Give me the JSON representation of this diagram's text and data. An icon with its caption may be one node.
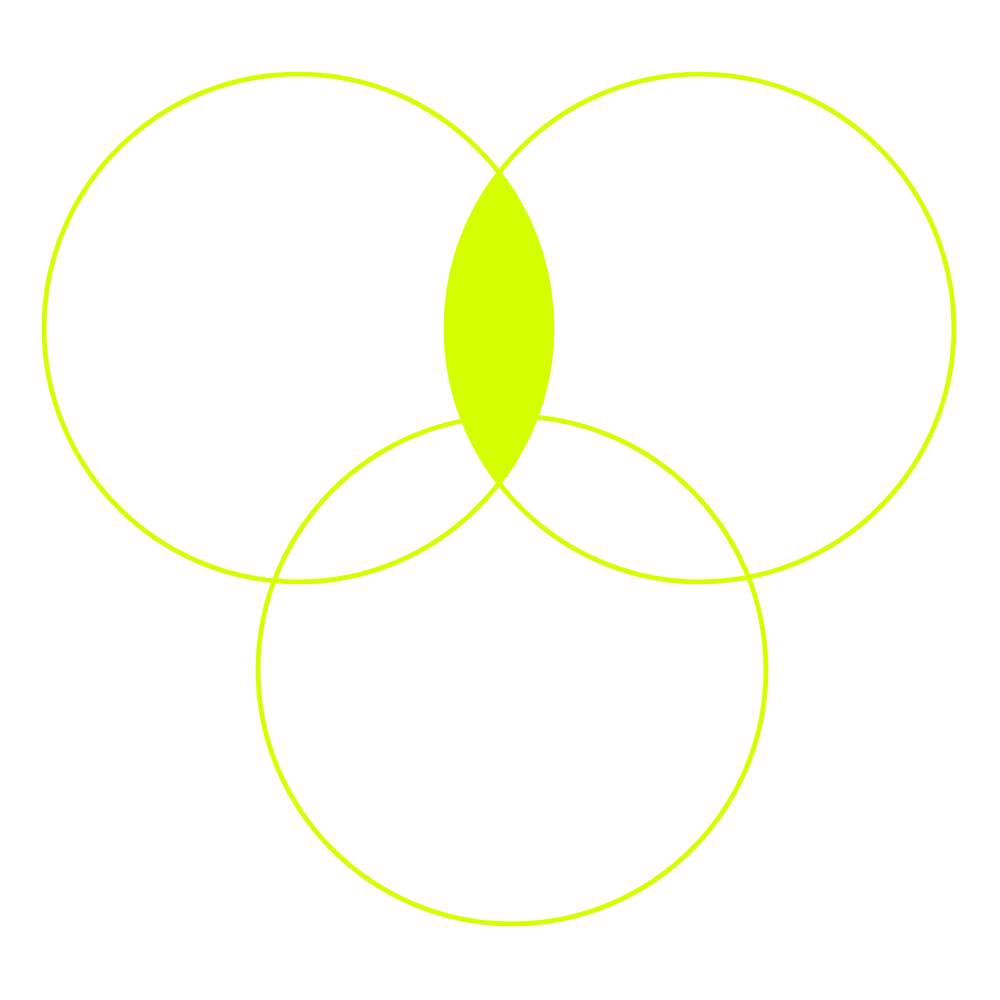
{
  "diagram": {
    "nodes": [
      {
        "text": [],
        "shape": "circle"
      },
      {
        "text": [],
        "shape": "lens"
      },
      {
        "text": [],
        "shape": "circle"
      },
      {
        "text": [],
        "shape": "circle"
      }
    ]
  }
}
